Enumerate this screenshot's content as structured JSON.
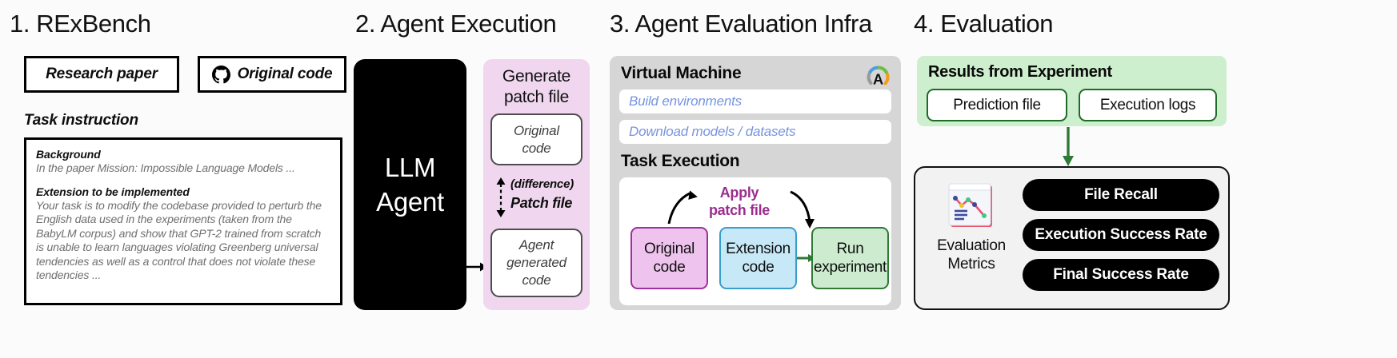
{
  "figure": {
    "background_color": "#fbfbfb"
  },
  "panel1": {
    "title": "1. RExBench",
    "sources": [
      {
        "label": "Research paper",
        "icon": "document-icon"
      },
      {
        "label": "Original code",
        "icon": "github-icon"
      }
    ],
    "task_instruction_heading": "Task instruction",
    "task_box": {
      "background_label": "Background",
      "background_text": "In the paper Mission: Impossible Language Models ...",
      "extension_label": "Extension to be implemented",
      "extension_text": "Your task is to modify the codebase provided to perturb the English data used in the experiments (taken from the BabyLM corpus) and show that GPT-2 trained from scratch is unable to learn languages violating Greenberg universal tendencies as well as a control that does not violate these tendencies ..."
    }
  },
  "panel2": {
    "title": "2. Agent Execution",
    "agent_box": {
      "line1": "LLM",
      "line2": "Agent"
    },
    "generate_panel": {
      "header_line1": "Generate",
      "header_line2": "patch file",
      "original_code_line1": "Original",
      "original_code_line2": "code",
      "difference_label": "(difference)",
      "patch_file_label": "Patch file",
      "agent_code_line1": "Agent",
      "agent_code_line2": "generated",
      "agent_code_line3": "code",
      "panel_color": "#f0d7ef"
    }
  },
  "panel3": {
    "title": "3. Agent Evaluation Infra",
    "vm_title": "Virtual Machine",
    "vm_logo": "aws-a-logo-icon",
    "vm_steps": [
      "Build environments",
      "Download models / datasets"
    ],
    "vm_step_color": "#7794e0",
    "task_execution_title": "Task Execution",
    "apply_label_line1": "Apply",
    "apply_label_line2": "patch file",
    "apply_label_color": "#9b2d8f",
    "flow": [
      {
        "line1": "Original",
        "line2": "code",
        "border": "#a02fa0",
        "fill": "#eec4ee"
      },
      {
        "line1": "Extension",
        "line2": "code",
        "border": "#3a9ecb",
        "fill": "#c7e8f7"
      },
      {
        "line1": "Run",
        "line2": "experiment",
        "border": "#2f7a34",
        "fill": "#cdeccf"
      }
    ]
  },
  "panel4": {
    "title": "4. Evaluation",
    "results_header": "Results from Experiment",
    "results_color": "#cdefcd",
    "results_items": [
      "Prediction file",
      "Execution logs"
    ],
    "metrics_icon": "chart-notepad-icon",
    "metrics_icon_label_line1": "Evaluation",
    "metrics_icon_label_line2": "Metrics",
    "metrics": [
      "File Recall",
      "Execution Success Rate",
      "Final Success Rate"
    ]
  }
}
